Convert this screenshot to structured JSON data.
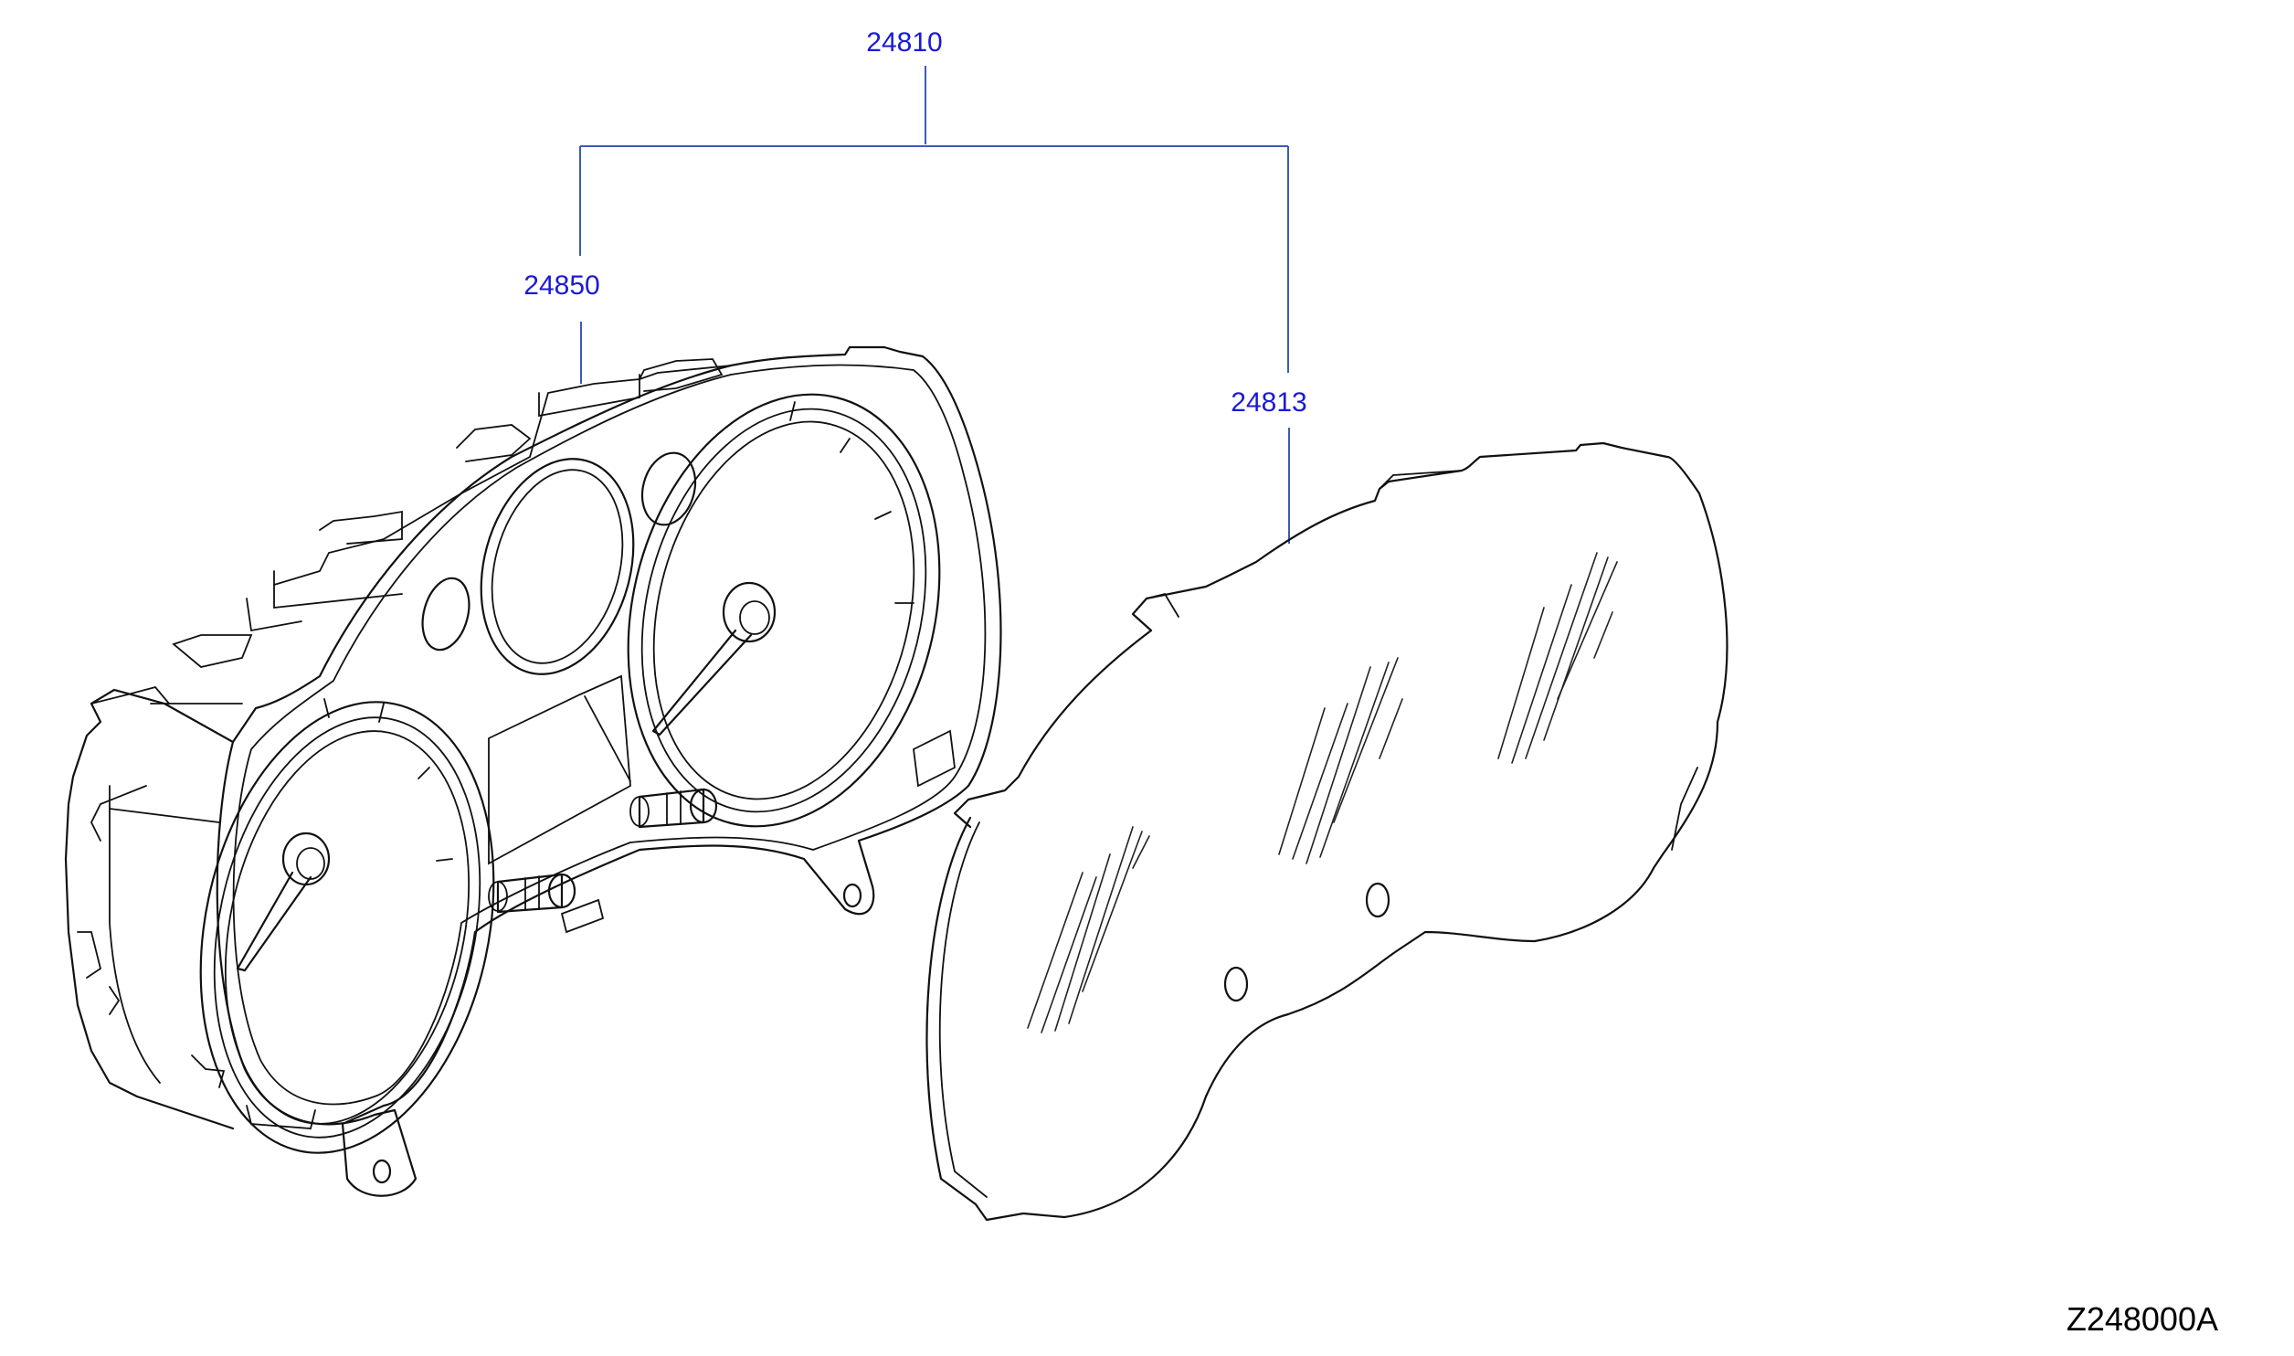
{
  "callouts": {
    "assembly": "24810",
    "meter_housing": "24850",
    "cover_lens": "24813"
  },
  "figure_id": "Z248000A",
  "colors": {
    "callout_text": "#1a1ad6",
    "leader_line": "#3a5bb8",
    "drawing": "#111111"
  }
}
